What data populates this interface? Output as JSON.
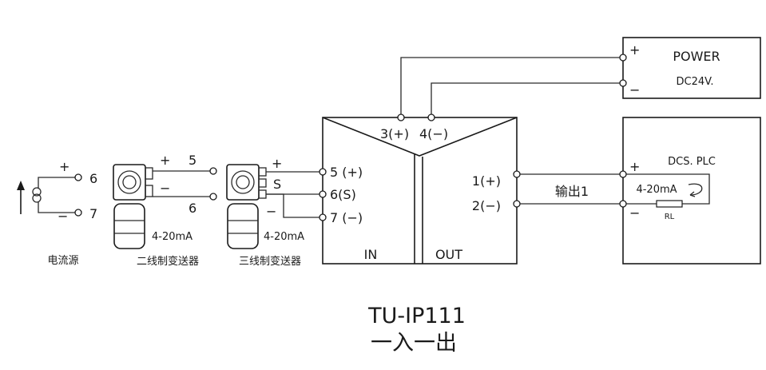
{
  "model": "TU-IP111",
  "subtitle": "一入一出",
  "power": {
    "title": "POWER",
    "spec": "DC24V.",
    "plus": "+",
    "minus": "−"
  },
  "dcs": {
    "title": "DCS. PLC",
    "signal": "4-20mA",
    "resistor": "RL",
    "plus": "+",
    "minus": "−"
  },
  "module": {
    "in_label": "IN",
    "out_label": "OUT",
    "power_terminals": [
      "3(+)",
      "4(−)"
    ],
    "input_terminals": [
      "5 (+)",
      "6(S)",
      "7 (−)"
    ],
    "output_terminals": [
      "1(+)",
      "2(−)"
    ]
  },
  "output_wire_label": "输出1",
  "current_source": {
    "caption": "电流源",
    "terminal_top": "6",
    "terminal_bottom": "7",
    "plus": "+",
    "minus": "−"
  },
  "two_wire": {
    "caption": "二线制变送器",
    "signal": "4-20mA",
    "terminal_top": "5",
    "terminal_bottom": "6",
    "plus": "+",
    "minus": "−"
  },
  "three_wire": {
    "caption": "三线制变送器",
    "signal": "4-20mA",
    "plus": "+",
    "minus": "−",
    "signal_terminal": "S"
  }
}
